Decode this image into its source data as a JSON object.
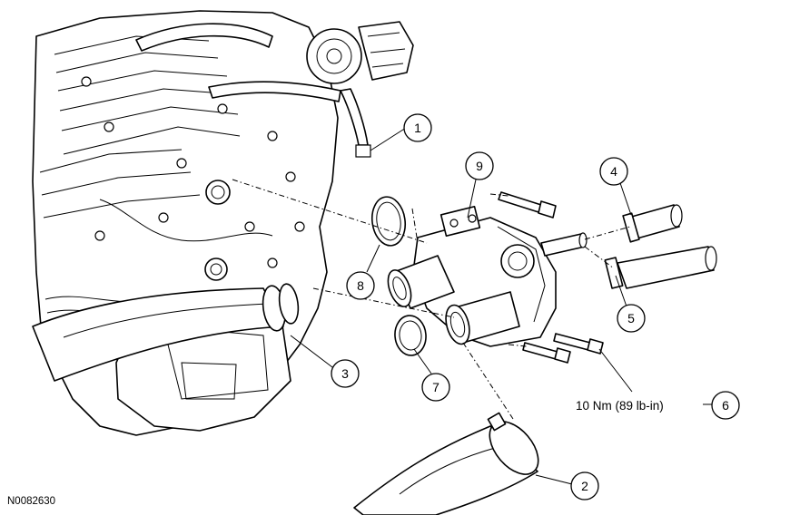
{
  "figure_id": "N0082630",
  "callouts": [
    {
      "number": "1"
    },
    {
      "number": "2"
    },
    {
      "number": "3"
    },
    {
      "number": "4"
    },
    {
      "number": "5"
    },
    {
      "number": "6"
    },
    {
      "number": "7"
    },
    {
      "number": "8"
    },
    {
      "number": "9"
    }
  ],
  "torque_spec": "10 Nm (89 lb-in)"
}
